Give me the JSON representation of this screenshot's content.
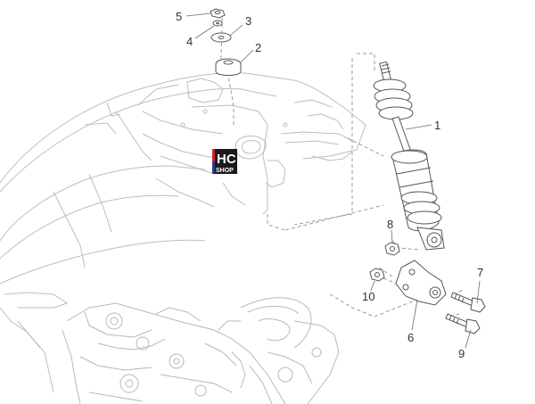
{
  "diagram": {
    "callouts": [
      {
        "id": "1",
        "label": "1"
      },
      {
        "id": "2",
        "label": "2"
      },
      {
        "id": "3",
        "label": "3"
      },
      {
        "id": "4",
        "label": "4"
      },
      {
        "id": "5",
        "label": "5"
      },
      {
        "id": "6",
        "label": "6"
      },
      {
        "id": "7",
        "label": "7"
      },
      {
        "id": "8",
        "label": "8"
      },
      {
        "id": "9",
        "label": "9"
      },
      {
        "id": "10",
        "label": "10"
      }
    ],
    "logo": {
      "line1": "HC",
      "line2": "SHOP",
      "colors": {
        "bg": "#1a1a1a",
        "accent_red": "#d4202a",
        "accent_blue": "#1e3a8a"
      }
    },
    "colors": {
      "line": "#b5b5b5",
      "dark_line": "#6b6b6b",
      "dash": "#9a9a9a",
      "text": "#333333"
    }
  }
}
